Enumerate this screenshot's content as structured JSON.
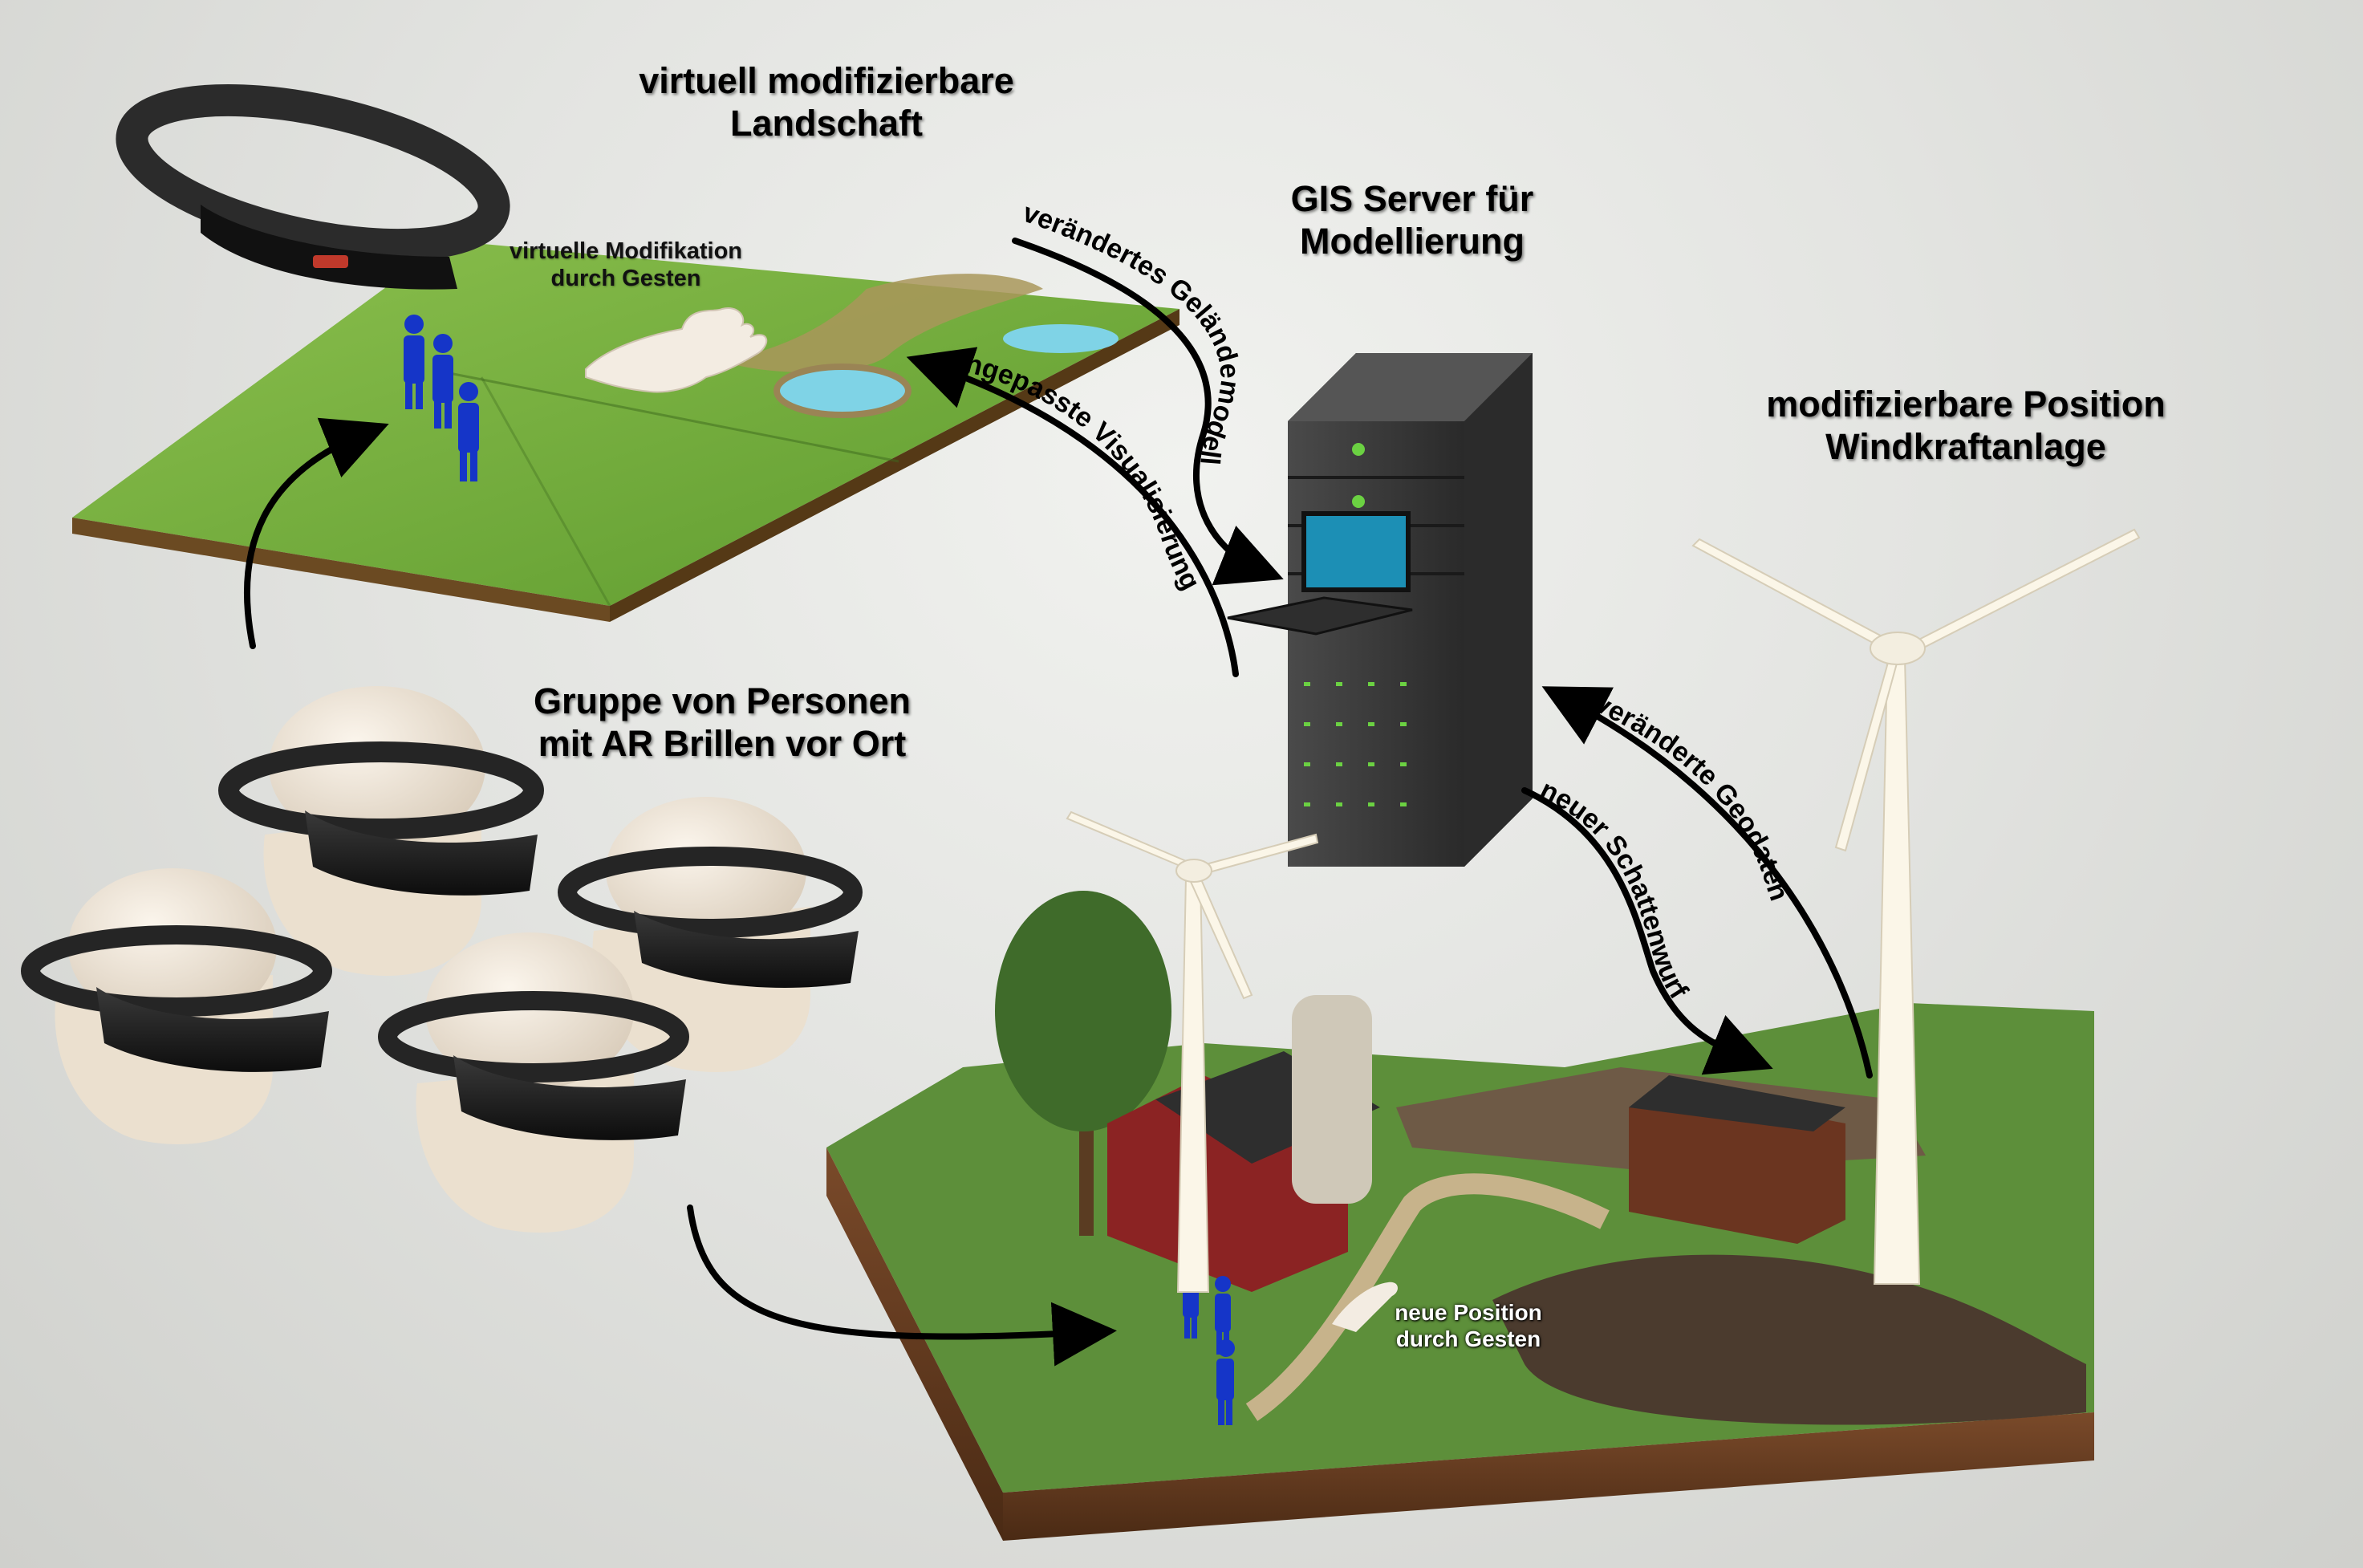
{
  "labels": {
    "landscape_title": [
      "virtuell modifizierbare",
      "Landschaft"
    ],
    "gesture_mod": [
      "virtuelle Modifikation",
      "durch Gesten"
    ],
    "gis_server": [
      "GIS Server für",
      "Modellierung"
    ],
    "wind_position": [
      "modifizierbare Position",
      "Windkraftanlage"
    ],
    "group": [
      "Gruppe von Personen",
      "mit AR Brillen vor Ort"
    ],
    "new_position": [
      "neue Position",
      "durch Gesten"
    ]
  },
  "arrows": {
    "terrain_model": "verändertes Geländemodell",
    "adapted_visualization": "angepasste Visualisierung",
    "geodata": "veränderte Geodaten",
    "shadow": "neuer Schattenwurf"
  },
  "colors": {
    "grass": "#6aa83a",
    "water": "#7fd3e6",
    "person": "#1535c8",
    "server": "#3a3a3a",
    "screen": "#1c8fb5",
    "led": "#6bd142",
    "barn": "#8b2323",
    "headset": "#2b2b2b",
    "head": "#f0e6d8"
  }
}
